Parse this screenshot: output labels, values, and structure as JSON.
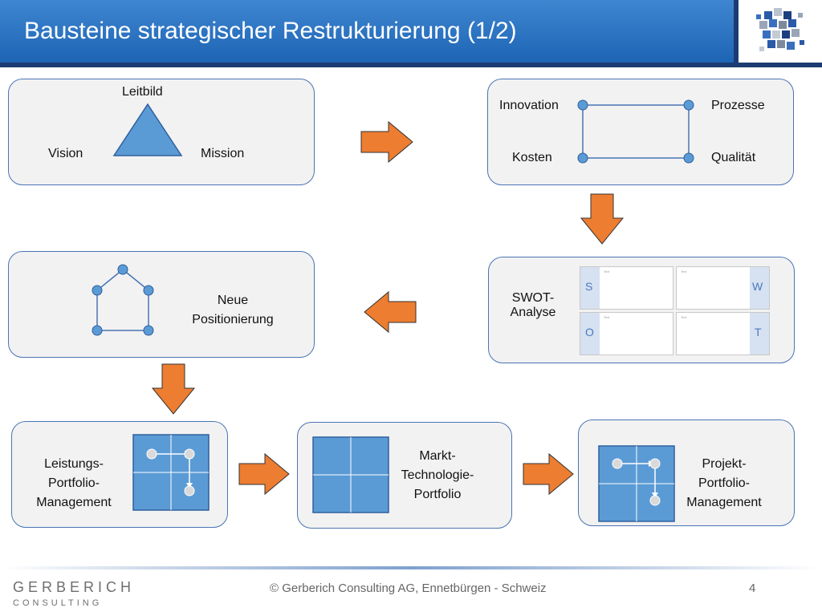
{
  "header": {
    "title": "Bausteine strategischer Restrukturierung (1/2)"
  },
  "blocks": {
    "leitbild": {
      "top": "Leitbild",
      "left": "Vision",
      "right": "Mission"
    },
    "ziele": {
      "tl": "Innovation",
      "tr": "Prozesse",
      "bl": "Kosten",
      "br": "Qualität"
    },
    "swot": {
      "label_1": "SWOT-",
      "label_2": "Analyse",
      "s": "S",
      "w": "W",
      "o": "O",
      "t": "T",
      "cell_text": "Text"
    },
    "positionierung": {
      "line_1": "Neue",
      "line_2": "Positionierung"
    },
    "leistungs": {
      "line_1": "Leistungs-",
      "line_2": "Portfolio-",
      "line_3": "Management"
    },
    "markt": {
      "line_1": "Markt-",
      "line_2": "Technologie-",
      "line_3": "Portfolio"
    },
    "projekt": {
      "line_1": "Projekt-",
      "line_2": "Portfolio-",
      "line_3": "Management"
    }
  },
  "footer": {
    "brand_1": "GERBERICH",
    "brand_2": "CONSULTING",
    "copyright": "© Gerberich Consulting AG,  Ennetbürgen - Schweiz",
    "page_number": "4"
  },
  "colors": {
    "accent": "#1d64b4",
    "arrow": "#ed7d31",
    "node": "#5b9bd5",
    "box_border": "#4a74b5"
  }
}
